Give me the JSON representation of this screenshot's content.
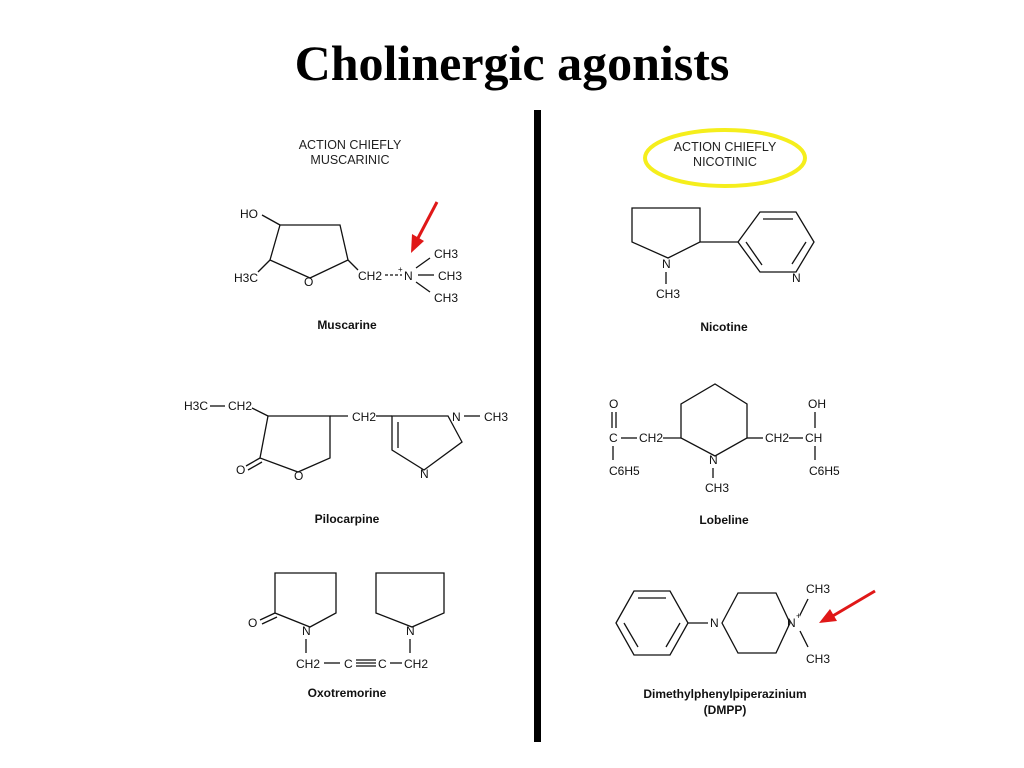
{
  "title": "Cholinergic agonists",
  "left_column": {
    "header_line1": "ACTION CHIEFLY",
    "header_line2": "MUSCARINIC",
    "compounds": [
      "Muscarine",
      "Pilocarpine",
      "Oxotremorine"
    ]
  },
  "right_column": {
    "header_line1": "ACTION CHIEFLY",
    "header_line2": "NICOTINIC",
    "compounds": [
      "Nicotine",
      "Lobeline",
      "Dimethylphenylpiperazinium",
      "(DMPP)"
    ]
  },
  "labels": {
    "HO": "HO",
    "OH": "OH",
    "H3C": "H3C",
    "CH2": "CH2",
    "CH3": "CH3",
    "CH": "CH",
    "C6H5": "C6H5",
    "O": "O",
    "N": "N",
    "C": "C"
  },
  "colors": {
    "highlight_circle": "#f5ee1c",
    "arrow": "#e01818"
  }
}
